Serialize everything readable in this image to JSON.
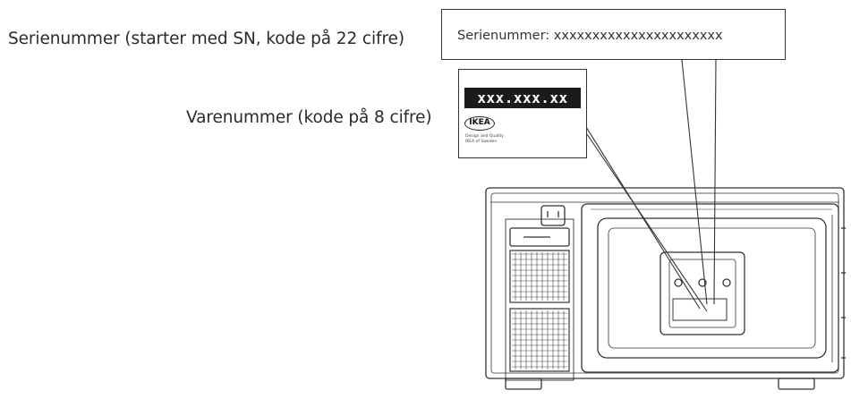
{
  "labels": {
    "serial_caption": "Serienummer (starter med SN, kode på 22 cifre)",
    "item_caption": "Varenummer (kode på 8 cifre)"
  },
  "serial_callout": {
    "text": "Serienummer: xxxxxxxxxxxxxxxxxxxxxx"
  },
  "item_tag": {
    "number": "xxx.xxx.xx",
    "logo_text": "IKEA",
    "fine_print": "Design and Quality\nIKEA of Sweden"
  },
  "colors": {
    "line": "#333333",
    "tag_bar": "#1b1b1b"
  }
}
